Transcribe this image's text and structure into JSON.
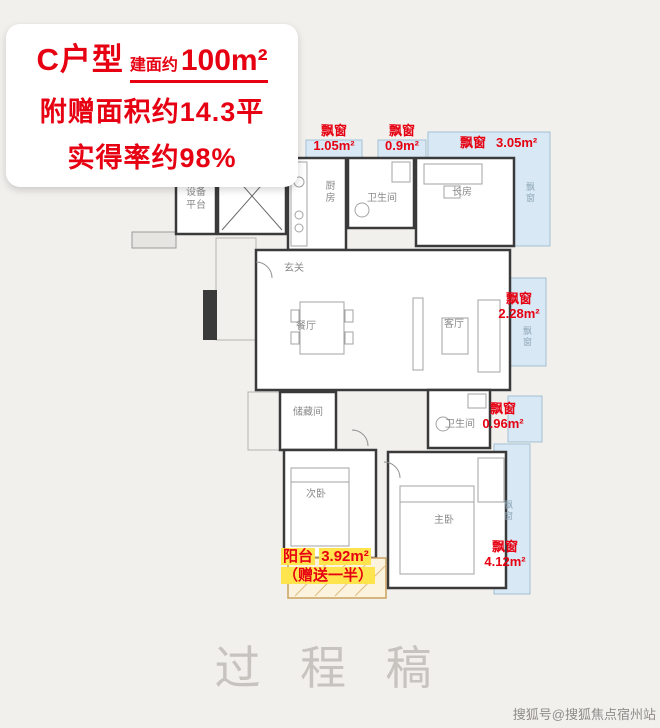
{
  "page": {
    "watermark": "过 程 稿",
    "credit": "搜狐号@搜狐焦点宿州站",
    "bg_color": "#f2f0ed"
  },
  "info_card": {
    "unit": "C户型",
    "area_prefix": "建面约",
    "area_value": "100m²",
    "bonus_line": "附赠面积约14.3平",
    "rate_line": "实得率约98%",
    "accent_color": "#e60012"
  },
  "labels": {
    "bay_window": "飘窗"
  },
  "bay_windows": [
    {
      "label": "飘窗",
      "area": "1.05m²"
    },
    {
      "label": "飘窗",
      "area": "0.9m²"
    },
    {
      "label": "飘窗",
      "area": "3.05m²"
    },
    {
      "label": "飘窗",
      "area": "2.28m²"
    },
    {
      "label": "飘窗",
      "area": "0.96m²"
    },
    {
      "label": "飘窗",
      "area": "4.12m²"
    }
  ],
  "balcony": {
    "label": "阳台",
    "area": "3.92m²",
    "note": "（赠送一半）",
    "highlight_color": "#ffe44d"
  },
  "rooms": {
    "equipment": "设备\n平台",
    "kitchen": "厨房",
    "bath1": "卫生间",
    "study": "长房",
    "foyer": "玄关",
    "dining": "餐厅",
    "living": "客厅",
    "storage": "储藏间",
    "bath2": "卫生间",
    "bedroom2": "次卧",
    "master": "主卧"
  }
}
